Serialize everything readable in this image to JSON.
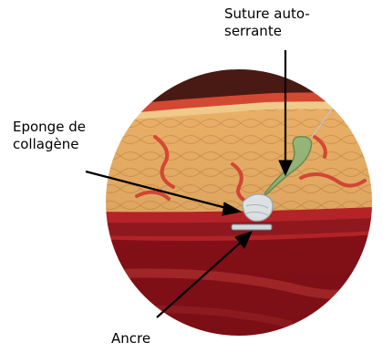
{
  "labels": {
    "suture_line1": "Suture auto-",
    "suture_line2": "serrante",
    "eponge_line1": "Eponge de",
    "eponge_line2": "collagène",
    "ancre": "Ancre"
  },
  "colors": {
    "tissue": "#f0b469",
    "tissue_light": "#f6cf8e",
    "vessel_red": "#e04a38",
    "artery_wall": "#c4262a",
    "artery_inner": "#8f1119",
    "skin_top": "#d84a33",
    "suture_green": "#9cbd7d",
    "plug_white": "#e6edf2",
    "arrow": "#000000"
  }
}
